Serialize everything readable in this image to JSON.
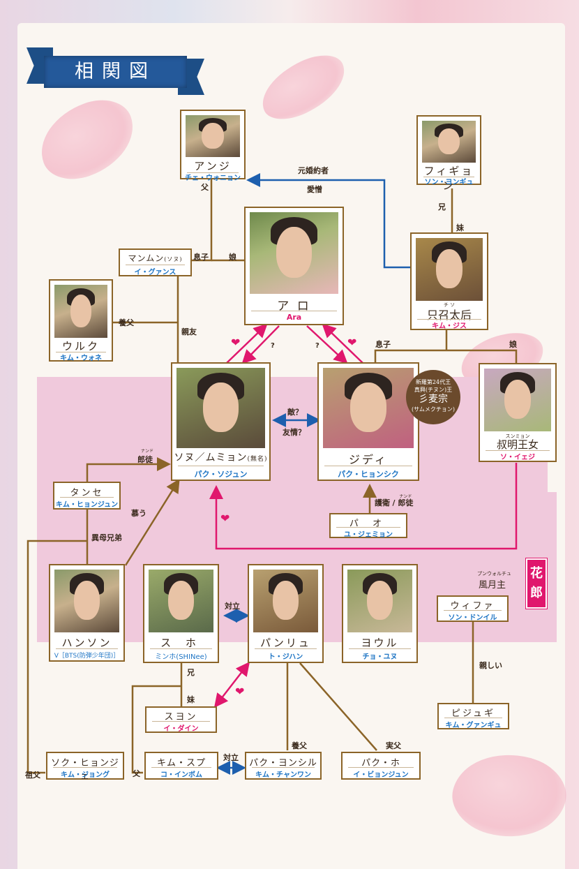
{
  "title": "相関図",
  "hwarang_label": "花郎",
  "seal": {
    "line1": "新羅第24代王",
    "line2": "真興(チヌン)王",
    "line3": "彡麦宗",
    "line4": "(サムメクチョン)"
  },
  "colors": {
    "brown": "#8b6428",
    "blue": "#1d74c4",
    "pink": "#e0176d",
    "banner": "#24599a",
    "pink_zone": "#f0c9dc"
  },
  "characters": {
    "anji": {
      "name": "アンジ",
      "actor": "チェ・ウォニョン"
    },
    "figyeon": {
      "name": "フィギョン",
      "actor": "ソン・ヨンギュ"
    },
    "manmun": {
      "name": "マンムン",
      "name_note": "(ソヌ)",
      "actor": "イ・グァンス"
    },
    "aro": {
      "name": "ア ロ",
      "actor": "Ara"
    },
    "jiso": {
      "name": "只召太后",
      "ruby": "チ ソ",
      "actor": "キム・ジス"
    },
    "wolk": {
      "name": "ウルク",
      "actor": "キム・ウォネ"
    },
    "sonu": {
      "name": "ソヌ／ムミョン",
      "name_note": "(無名)",
      "actor": "パク・ソジュン"
    },
    "jidwi": {
      "name": "ジディ",
      "actor": "パク・ヒョンシク"
    },
    "sukmyeong": {
      "name": "叔明王女",
      "ruby": "スンミョン",
      "actor": "ソ・イェジ"
    },
    "tanse": {
      "name": "タンセ",
      "actor": "キム・ヒョンジュン"
    },
    "pao": {
      "name": "パ オ",
      "actor": "ユ・ジェミョン"
    },
    "hanseong": {
      "name": "ハンソン",
      "actor": "V［BTS(防弾少年団)］"
    },
    "suho": {
      "name": "ス ホ",
      "actor": "ミンホ(SHINee)"
    },
    "banryu": {
      "name": "パンリュ",
      "actor": "ト・ジハン"
    },
    "yeoul": {
      "name": "ヨウル",
      "actor": "チョ・ユヌ"
    },
    "wihwa": {
      "name": "ウィファ",
      "actor": "ソン・ドンイル",
      "title": "風月主",
      "title_ruby": "プンウォルチュ"
    },
    "suyeon": {
      "name": "スヨン",
      "actor": "イ・ダイン"
    },
    "bijugi": {
      "name": "ピジュギ",
      "actor": "キム・グァンギュ"
    },
    "seokhyeonje": {
      "name": "ソク・ヒョンジェ",
      "actor": "キム・ジョング"
    },
    "kimsupu": {
      "name": "キム・スプ",
      "actor": "コ・インボム"
    },
    "parkyeongsil": {
      "name": "パク・ヨンシル",
      "actor": "キム・チャンワン"
    },
    "parkho": {
      "name": "パク・ホ",
      "actor": "イ・ビョンジュン"
    }
  },
  "relations": {
    "ex_fiance": "元婚約者",
    "love_hate": "愛憎",
    "father_anji": "父",
    "older_brother": "兄",
    "younger_sister": "妹",
    "son_manmun": "息子",
    "daughter_aro": "娘",
    "adoptive_father": "養父",
    "best_friend": "親友",
    "question": "?",
    "son_jiso": "息子",
    "daughter_jiso": "娘",
    "enemy": "敵？",
    "friendship": "友情？",
    "nangdo": "郎徒",
    "nangdo_ruby": "ナンド",
    "adore": "慕う",
    "half_brothers": "異母兄弟",
    "guard": "護衛",
    "guard_sep": "/",
    "rivalry": "対立",
    "brother_suho": "兄",
    "sister_suyeon": "妹",
    "close": "親しい",
    "grandfather": "祖父",
    "father_kim": "父",
    "adoptive_father_banryu": "養父",
    "real_father": "実父"
  }
}
